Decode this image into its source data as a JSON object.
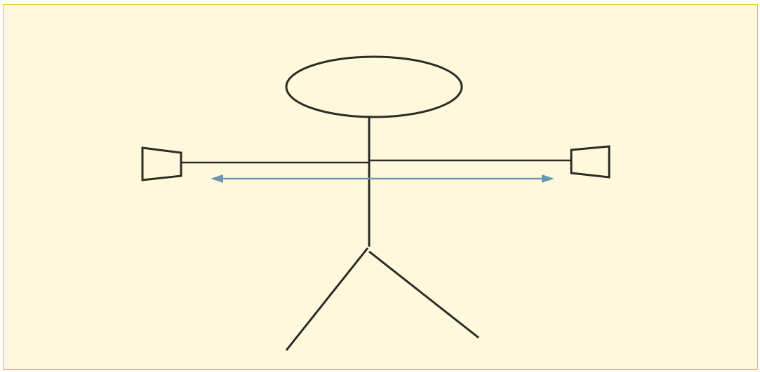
{
  "colors": {
    "background": "#fef9dc",
    "border": "#f0c419",
    "figure_stroke": "#2e2b24",
    "arrow": "#6a97b0"
  },
  "figure": {
    "parts": [
      "head",
      "torso",
      "left-arm",
      "right-arm",
      "left-hand-speaker",
      "right-hand-speaker",
      "left-leg",
      "right-leg"
    ],
    "arrow": {
      "type": "double-headed",
      "direction": "horizontal",
      "label": ""
    }
  },
  "icons": {
    "left_speaker": "speaker-icon",
    "right_speaker": "speaker-icon"
  }
}
